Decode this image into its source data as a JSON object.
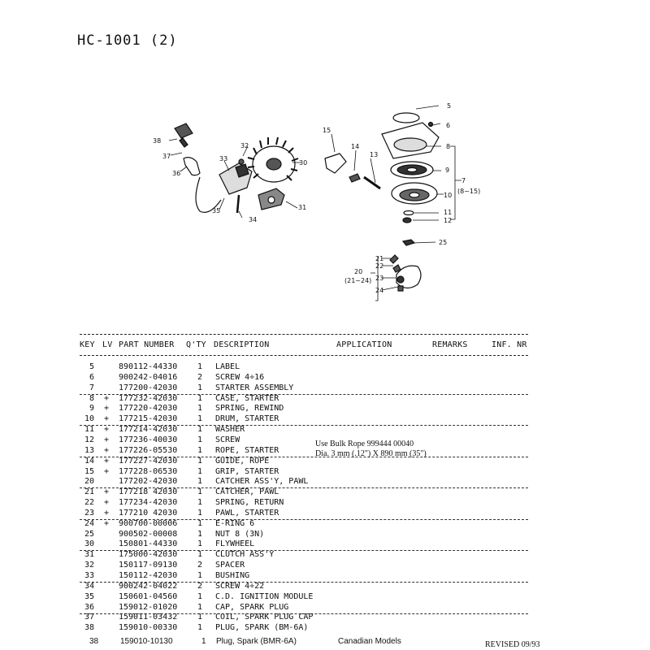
{
  "title": "HC-1001  (2)",
  "callouts": {
    "c5": "5",
    "c6": "6",
    "c8": "8",
    "c9": "9",
    "c10": "10",
    "c7": "7",
    "c7r": "(8~15)",
    "c11": "11",
    "c12": "12",
    "c13": "13",
    "c14": "14",
    "c15": "15",
    "c25": "25",
    "c20": "20",
    "c20r": "(21~24)",
    "c21": "21",
    "c22": "22",
    "c23": "23",
    "c24": "24",
    "c30": "30",
    "c31": "31",
    "c32": "32",
    "c33": "33",
    "c34": "34",
    "c35": "35",
    "c36": "36",
    "c37": "37",
    "c38": "38"
  },
  "table": {
    "headers": {
      "key": "KEY",
      "lv": "LV",
      "part": "PART NUMBER",
      "qty": "Q'TY",
      "desc": "DESCRIPTION",
      "app": "APPLICATION",
      "remarks": "REMARKS",
      "inf": "INF. NR"
    },
    "rows": [
      {
        "key": "5",
        "lv": "",
        "part": "890112-44330",
        "qty": "1",
        "desc": "LABEL"
      },
      {
        "key": "6",
        "lv": "",
        "part": "900242-04016",
        "qty": "2",
        "desc": "SCREW  4÷16"
      },
      {
        "key": "7",
        "lv": "",
        "part": "177200-42030",
        "qty": "1",
        "desc": "STARTER ASSEMBLY"
      },
      {
        "key": "8",
        "lv": "+",
        "part": "177232-42030",
        "qty": "1",
        "desc": "CASE, STARTER"
      },
      {
        "key": "9",
        "lv": "+",
        "part": "177220-42030",
        "qty": "1",
        "desc": "SPRING, REWIND"
      },
      {
        "key": "10",
        "lv": "+",
        "part": "177215-42030",
        "qty": "1",
        "desc": "DRUM, STARTER"
      },
      {
        "key": "11",
        "lv": "+",
        "part": "177214-42030",
        "qty": "1",
        "desc": "WASHER"
      },
      {
        "key": "12",
        "lv": "+",
        "part": "177236-40030",
        "qty": "1",
        "desc": "SCREW"
      },
      {
        "key": "13",
        "lv": "+",
        "part": "177226-05530",
        "qty": "1",
        "desc": "ROPE, STARTER"
      },
      {
        "key": "14",
        "lv": "+",
        "part": "177227-42030",
        "qty": "1",
        "desc": "GUIDE, ROPE"
      },
      {
        "key": "15",
        "lv": "+",
        "part": "177228-06530",
        "qty": "1",
        "desc": "GRIP, STARTER"
      },
      {
        "key": "20",
        "lv": "",
        "part": "177202-42030",
        "qty": "1",
        "desc": "CATCHER ASS'Y, PAWL"
      },
      {
        "key": "21",
        "lv": "+",
        "part": "177218 42030",
        "qty": "1",
        "desc": "CATCHER, PAWL"
      },
      {
        "key": "22",
        "lv": "+",
        "part": "177234-42030",
        "qty": "1",
        "desc": "SPRING, RETURN"
      },
      {
        "key": "23",
        "lv": "+",
        "part": "177210 42030",
        "qty": "1",
        "desc": "PAWL, STARTER"
      },
      {
        "key": "24",
        "lv": "+",
        "part": "900700-00006",
        "qty": "1",
        "desc": "E-RING  6"
      },
      {
        "key": "25",
        "lv": "",
        "part": "900502-00008",
        "qty": "1",
        "desc": "NUT  8  (3N)"
      },
      {
        "key": "30",
        "lv": "",
        "part": "150801-44330",
        "qty": "1",
        "desc": "FLYWHEEL"
      },
      {
        "key": "31",
        "lv": "",
        "part": "175000-42030",
        "qty": "1",
        "desc": "CLUTCH ASS'Y"
      },
      {
        "key": "32",
        "lv": "",
        "part": "150117-09130",
        "qty": "2",
        "desc": "SPACER"
      },
      {
        "key": "33",
        "lv": "",
        "part": "150112-42030",
        "qty": "1",
        "desc": "BUSHING"
      },
      {
        "key": "34",
        "lv": "",
        "part": "900242-04022",
        "qty": "2",
        "desc": "SCREW  4÷22"
      },
      {
        "key": "35",
        "lv": "",
        "part": "150601-04560",
        "qty": "1",
        "desc": "C.D. IGNITION MODULE"
      },
      {
        "key": "36",
        "lv": "",
        "part": "159012-01020",
        "qty": "1",
        "desc": "CAP, SPARK PLUG"
      },
      {
        "key": "37",
        "lv": "",
        "part": "159011-03432",
        "qty": "1",
        "desc": "COIL, SPARK PLUG CAP"
      },
      {
        "key": "38",
        "lv": "",
        "part": "159010-00330",
        "qty": "1",
        "desc": "PLUG, SPARK (BM-6A)"
      }
    ],
    "last_row": {
      "key": "38",
      "part": "159010-10130",
      "qty": "1",
      "desc": "Plug, Spark (BMR-6A)",
      "app": "Canadian Models"
    }
  },
  "rope_note": {
    "line1": "Use Bulk Rope 999444 00040",
    "line2": "Dia. 3 mm (.12\") X 890 mm (35\")"
  },
  "revised": "REVISED 09/93"
}
